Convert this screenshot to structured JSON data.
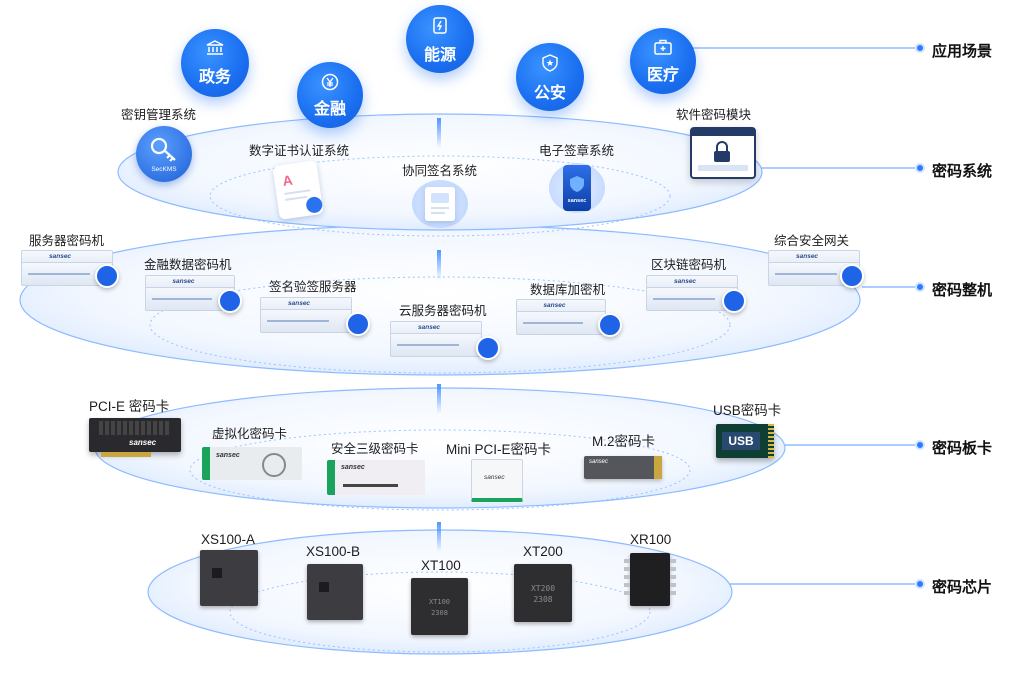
{
  "categories": {
    "scenarios": "应用场景",
    "systems": "密码系统",
    "machines": "密码整机",
    "cards": "密码板卡",
    "chips": "密码芯片"
  },
  "scenarios": [
    "政务",
    "金融",
    "能源",
    "公安",
    "医疗"
  ],
  "systems": [
    "密钥管理系统",
    "数字证书认证系统",
    "协同签名系统",
    "电子签章系统",
    "软件密码模块"
  ],
  "system_marks": {
    "kms": "SecKMS",
    "brand": "sansec"
  },
  "machines": [
    "服务器密码机",
    "金融数据密码机",
    "签名验签服务器",
    "云服务器密码机",
    "数据库加密机",
    "区块链密码机",
    "综合安全网关"
  ],
  "device_brand": "sansec",
  "cards": [
    "PCI-E 密码卡",
    "虚拟化密码卡",
    "安全三级密码卡",
    "Mini PCI-E密码卡",
    "M.2密码卡",
    "USB密码卡"
  ],
  "usb_text": "USB",
  "chips": [
    "XS100-A",
    "XS100-B",
    "XT100",
    "XT200",
    "XR100"
  ],
  "chip_marks": {
    "xt100": "XT100",
    "xt200": "XT200",
    "batch": "2308"
  },
  "colors": {
    "accent": "#1a6ef0",
    "ring": "#9cc3ff",
    "text": "#111111"
  }
}
